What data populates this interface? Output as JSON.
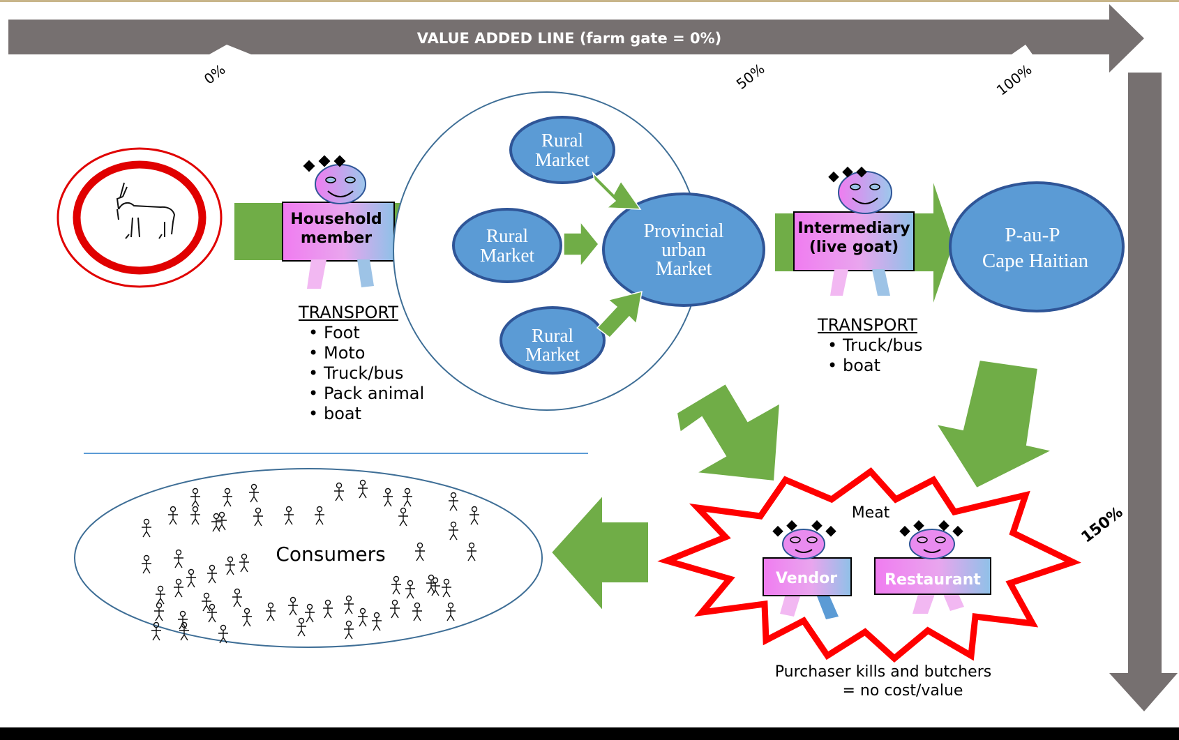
{
  "value_line": {
    "title": "VALUE ADDED LINE (farm gate = 0%)",
    "markers": [
      "0%",
      "50%",
      "100%",
      "150%"
    ]
  },
  "household": {
    "label_line1": "Household",
    "label_line2": "member"
  },
  "transport_left": {
    "heading": "TRANSPORT",
    "items": [
      "Foot",
      "Moto",
      "Truck/bus",
      "Pack animal",
      "boat"
    ]
  },
  "markets": {
    "rural_label_line1": "Rural",
    "rural_label_line2": "Market",
    "provincial_line1": "Provincial",
    "provincial_line2": "urban",
    "provincial_line3": "Market"
  },
  "intermediary": {
    "label_line1": "Intermediary",
    "label_line2": "(live goat)"
  },
  "transport_right": {
    "heading": "TRANSPORT",
    "items": [
      "Truck/bus",
      "boat"
    ]
  },
  "city": {
    "line1": "P-au-P",
    "line2": "Cape Haitian"
  },
  "meat": {
    "title": "Meat",
    "vendor": "Vendor",
    "restaurant": "Restaurant",
    "note_line1": "Purchaser kills and butchers",
    "note_line2": "= no cost/value"
  },
  "consumers": {
    "label": "Consumers"
  },
  "colors": {
    "grey_arrow": "#767070",
    "green_arrow": "#70AD47",
    "blue_ellipse": "#5B9BD5",
    "red": "#FF0000",
    "pink": "#F07CF0",
    "light_blue": "#9DC3E6",
    "gold_line": "#C8B58A"
  }
}
